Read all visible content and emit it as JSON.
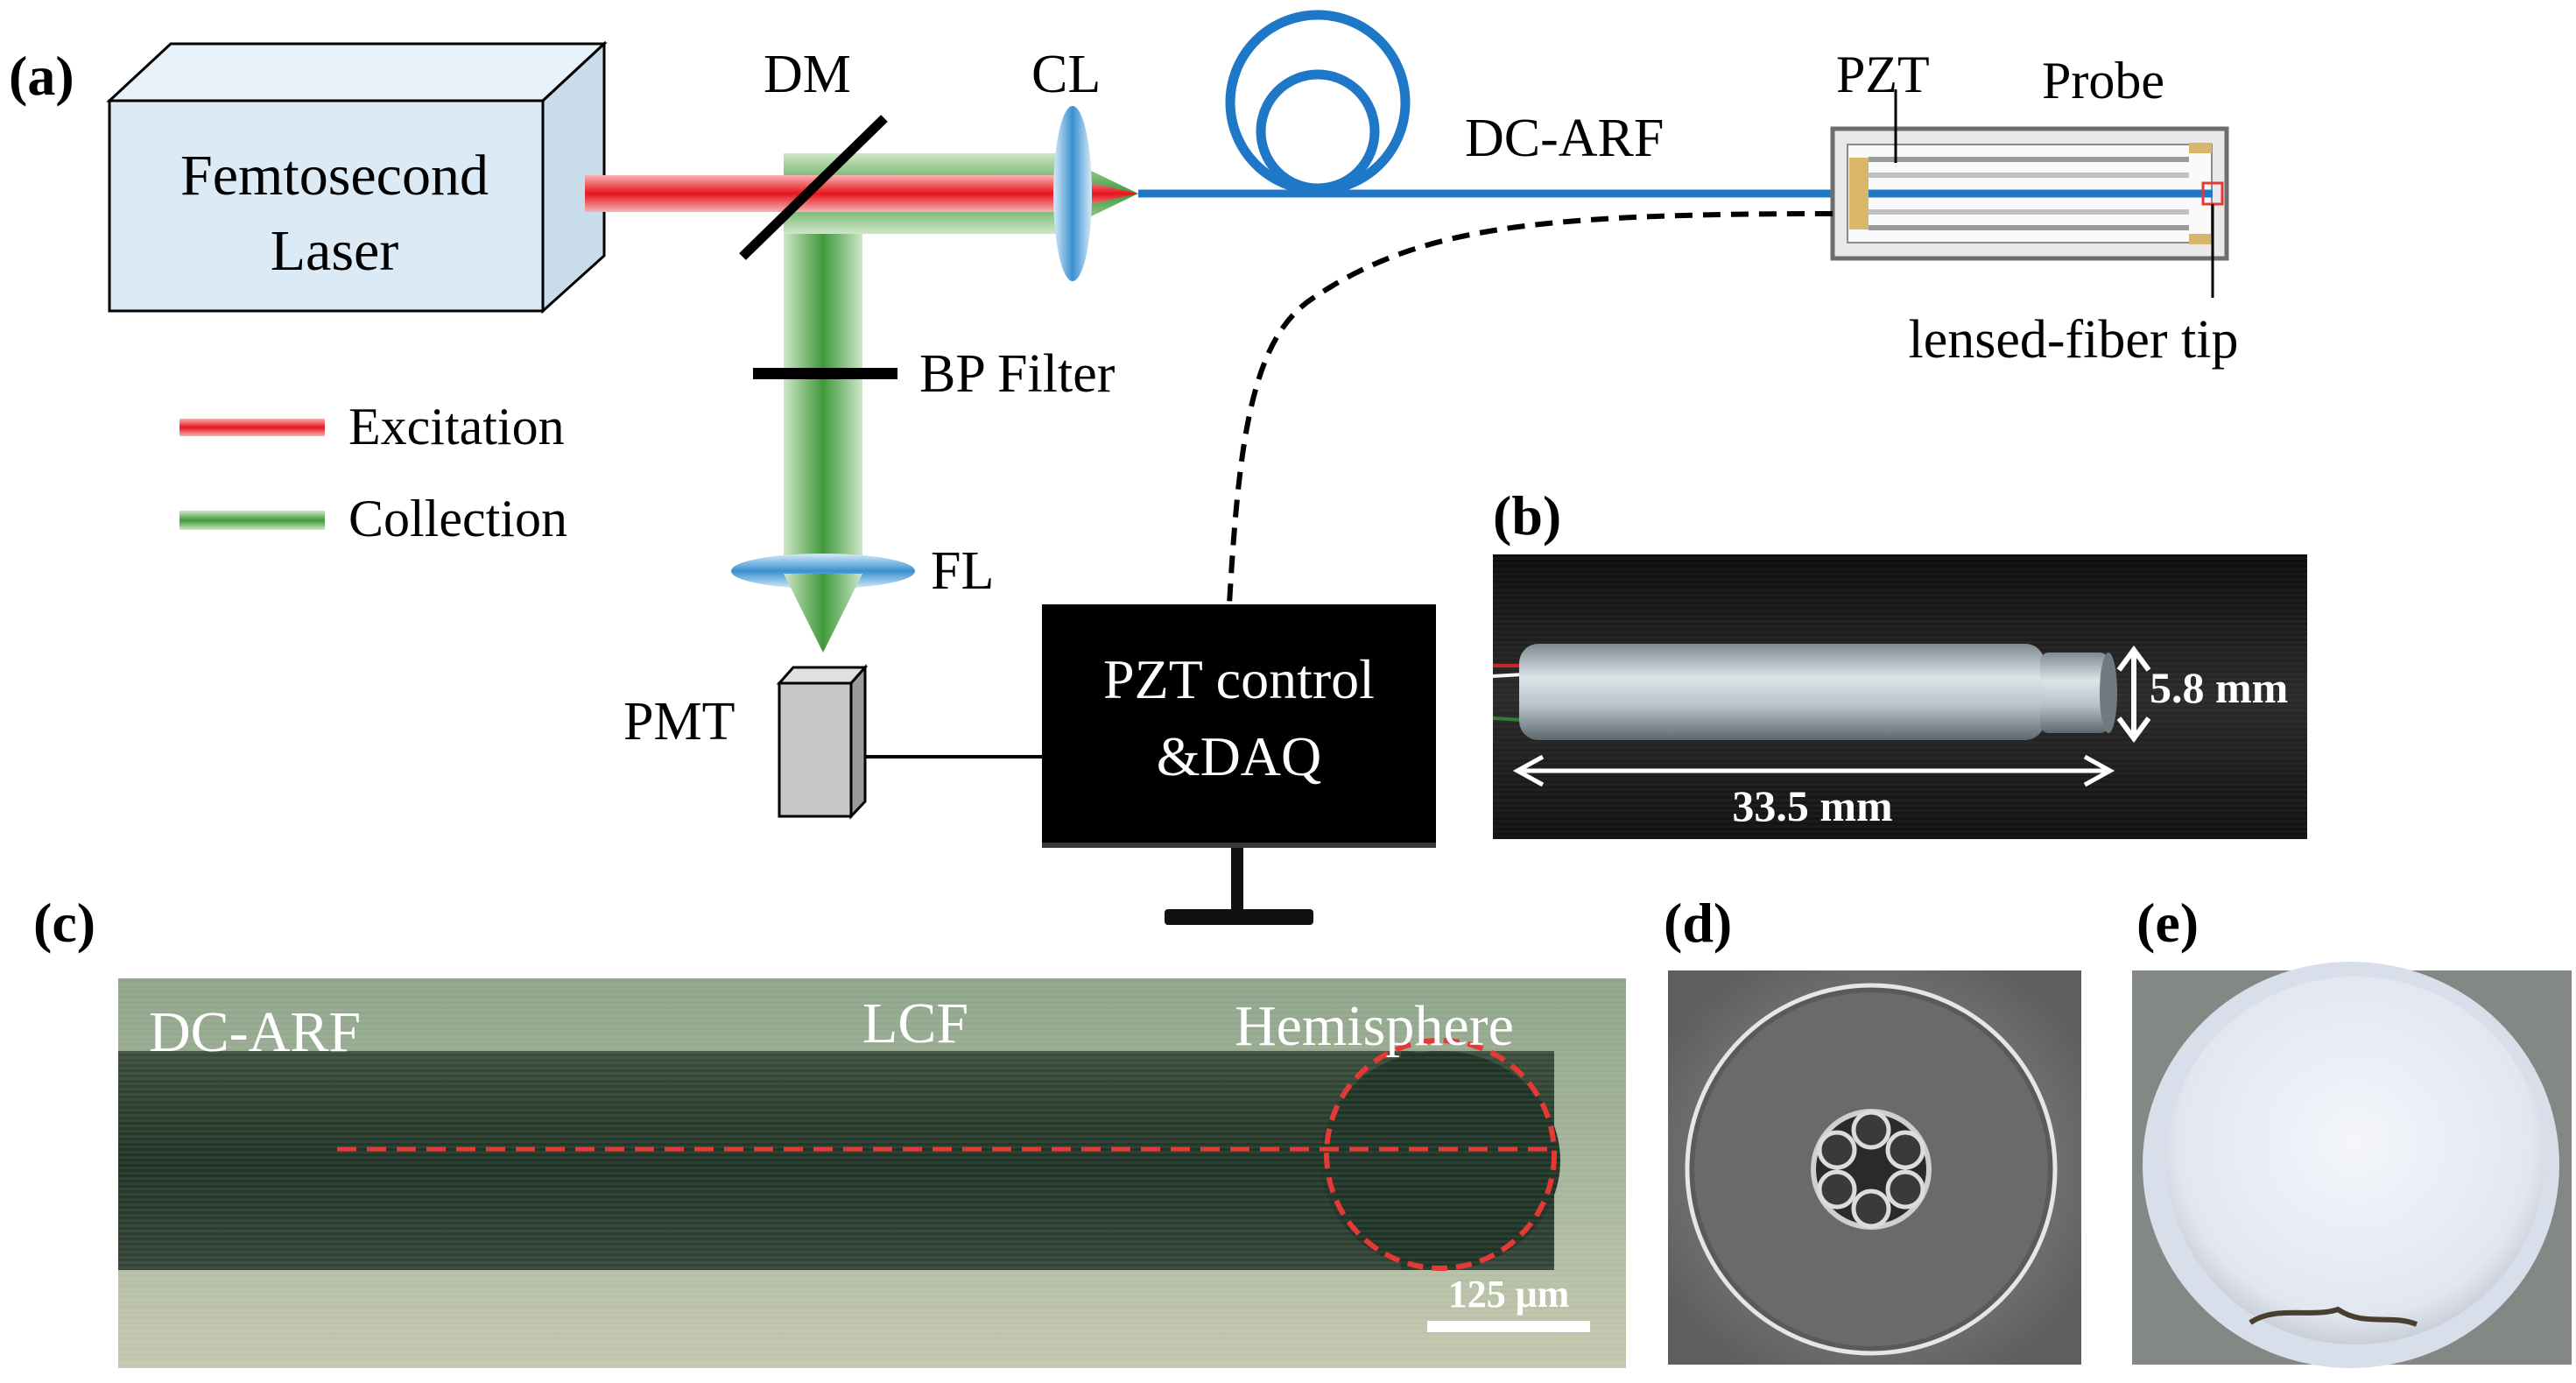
{
  "panels": {
    "a": "(a)",
    "b": "(b)",
    "c": "(c)",
    "d": "(d)",
    "e": "(e)"
  },
  "setup": {
    "laser_line1": "Femtosecond",
    "laser_line2": "Laser",
    "dm": "DM",
    "cl": "CL",
    "fiber": "DC-ARF",
    "pzt": "PZT",
    "probe": "Probe",
    "tip": "lensed-fiber tip",
    "bp_filter": "BP Filter",
    "fl": "FL",
    "pmt": "PMT",
    "control_line1": "PZT control",
    "control_line2": "&DAQ",
    "legend": {
      "excitation": "Excitation",
      "collection": "Collection"
    }
  },
  "photo_b": {
    "diameter": "5.8 mm",
    "length": "33.5 mm"
  },
  "photo_c": {
    "label_left": "DC-ARF",
    "label_mid": "LCF",
    "label_right": "Hemisphere",
    "scale": "125 μm"
  },
  "colors": {
    "excitation": "#e8141c",
    "collection": "#3f9a3a",
    "fiber": "#1f77c8",
    "laser_box": "#dbeaf5",
    "marker": "#e53935"
  }
}
